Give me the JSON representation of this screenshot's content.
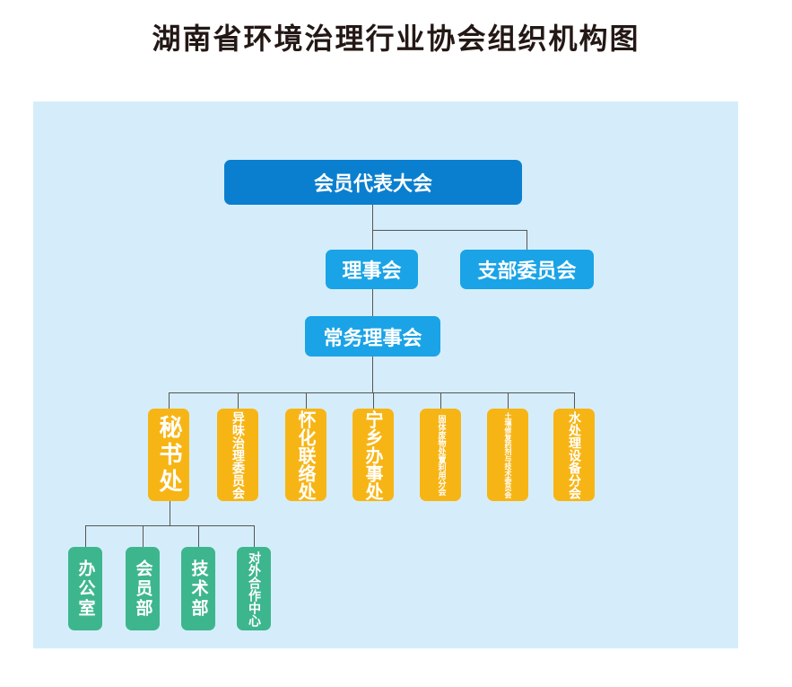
{
  "title": "湖南省环境治理行业协会组织机构图",
  "colors": {
    "panel": "#d5edfa",
    "top": "#0a7fcf",
    "mid": "#1aa3e6",
    "branch": "#f7b515",
    "dept": "#3db68e"
  },
  "nodes": {
    "assembly": "会员代表大会",
    "council": "理事会",
    "party_branch": "支部委员会",
    "standing_council": "常务理事会",
    "branches": [
      "秘书处",
      "异味治理委员会",
      "怀化联络处",
      "宁乡办事处",
      "固体废物处置利用分会",
      "土壤修复药剂与技术委员会",
      "水处理设备分会"
    ],
    "departments": [
      "办公室",
      "会员部",
      "技术部",
      "对外合作中心"
    ]
  }
}
